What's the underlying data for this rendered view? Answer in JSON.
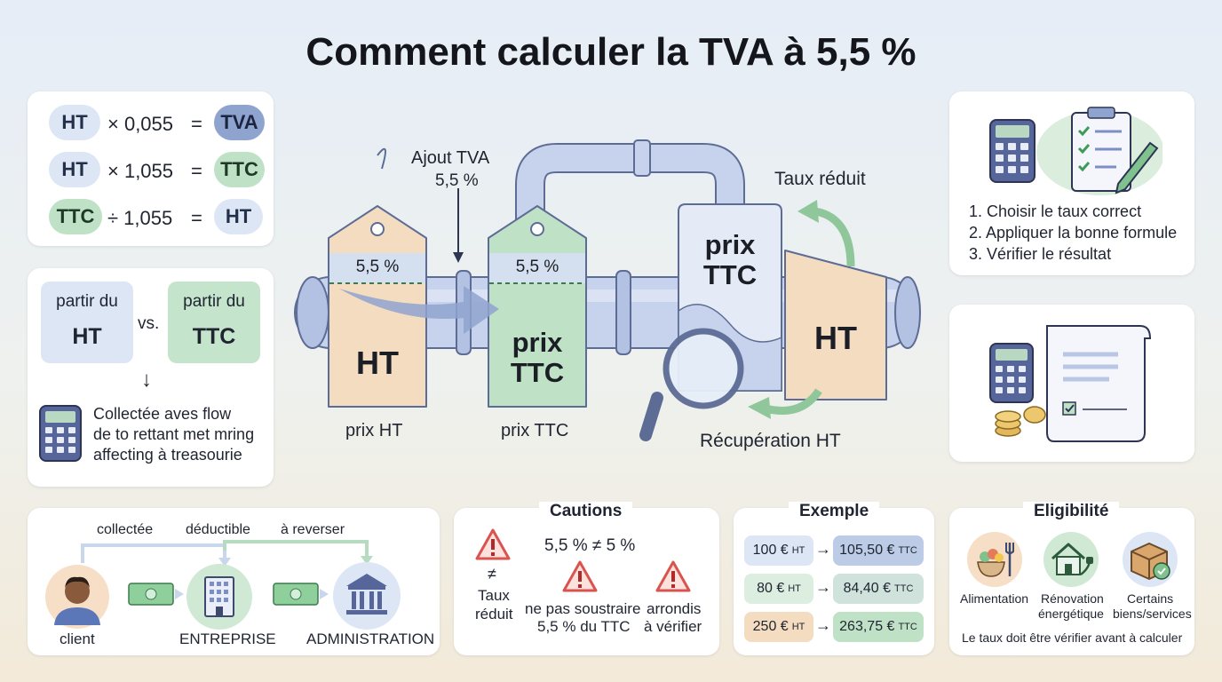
{
  "title": "Comment calculer la TVA à 5,5 %",
  "formulas": [
    {
      "a": "HT",
      "op": "× 0,055",
      "eq": "=",
      "r": "TVA"
    },
    {
      "a": "HT",
      "op": "× 1,055",
      "eq": "=",
      "r": "TTC"
    },
    {
      "a": "TTC",
      "op": "÷ 1,055",
      "eq": "=",
      "r": "HT"
    }
  ],
  "compare": {
    "left_top": "partir du",
    "left_main": "HT",
    "vs": "vs.",
    "right_top": "partir du",
    "right_main": "TTC",
    "arrow": "↓",
    "note": [
      "Collectée aves flow",
      "de to rettant met mring",
      "affecting à treasourie"
    ]
  },
  "flow": {
    "labels": [
      "collectée",
      "déductible",
      "à reverser"
    ],
    "actors": [
      "client",
      "ENTREPRISE",
      "ADMINISTRATION"
    ]
  },
  "center": {
    "ajout_line1": "Ajout TVA",
    "ajout_line2": "5,5 %",
    "tag1_rate": "5,5 %",
    "tag1_main": "HT",
    "tag1_caption": "prix HT",
    "tag2_rate": "5,5 %",
    "tag2_main_1": "prix",
    "tag2_main_2": "TTC",
    "tag2_caption": "prix TTC",
    "doc_main_1": "prix",
    "doc_main_2": "TTC",
    "ht_box": "HT",
    "taux_reduit": "Taux réduit",
    "recuperation": "Récupération HT"
  },
  "steps": [
    "1. Choisir le taux correct",
    "2. Appliquer la bonne formule",
    "3. Vérifier le résultat"
  ],
  "cautions": {
    "title": "Cautions",
    "neq": "5,5 % ≠ 5 %",
    "left_symbol": "≠",
    "left_line1": "Taux",
    "left_line2": "réduit",
    "mid_line1": "ne pas soustraire",
    "mid_line2": "5,5 % du TTC",
    "right_line1": "arrondis",
    "right_line2": "à vérifier"
  },
  "exemple": {
    "title": "Exemple",
    "rows": [
      {
        "ht": "100 €",
        "ht_unit": "HT",
        "arrow": "→",
        "ttc": "105,50 €",
        "ttc_unit": "TTC"
      },
      {
        "ht": "80 €",
        "ht_unit": "HT",
        "arrow": "→",
        "ttc": "84,40 €",
        "ttc_unit": "TTC"
      },
      {
        "ht": "250 €",
        "ht_unit": "HT",
        "arrow": "→",
        "ttc": "263,75 €",
        "ttc_unit": "TTC"
      }
    ]
  },
  "eligibilite": {
    "title": "Eligibilité",
    "items": [
      {
        "line1": "Alimentation",
        "line2": ""
      },
      {
        "line1": "Rénovation",
        "line2": "énergétique"
      },
      {
        "line1": "Certains",
        "line2": "biens/services"
      }
    ],
    "note": "Le taux doit être vérifier avant à calculer"
  },
  "icons": [
    "calculator-icon",
    "clipboard-icon",
    "pencil-icon",
    "receipt-icon",
    "coins-icon",
    "warning-icon",
    "person-icon",
    "building-icon",
    "bank-icon",
    "banknote-icon",
    "magnifier-icon",
    "food-icon",
    "house-icon",
    "box-icon"
  ],
  "colors": {
    "blue": "#dde6f5",
    "navy": "#8fa3cf",
    "green": "#bfe2c7",
    "peach": "#f3dcc0",
    "warning": "#d9534f"
  }
}
